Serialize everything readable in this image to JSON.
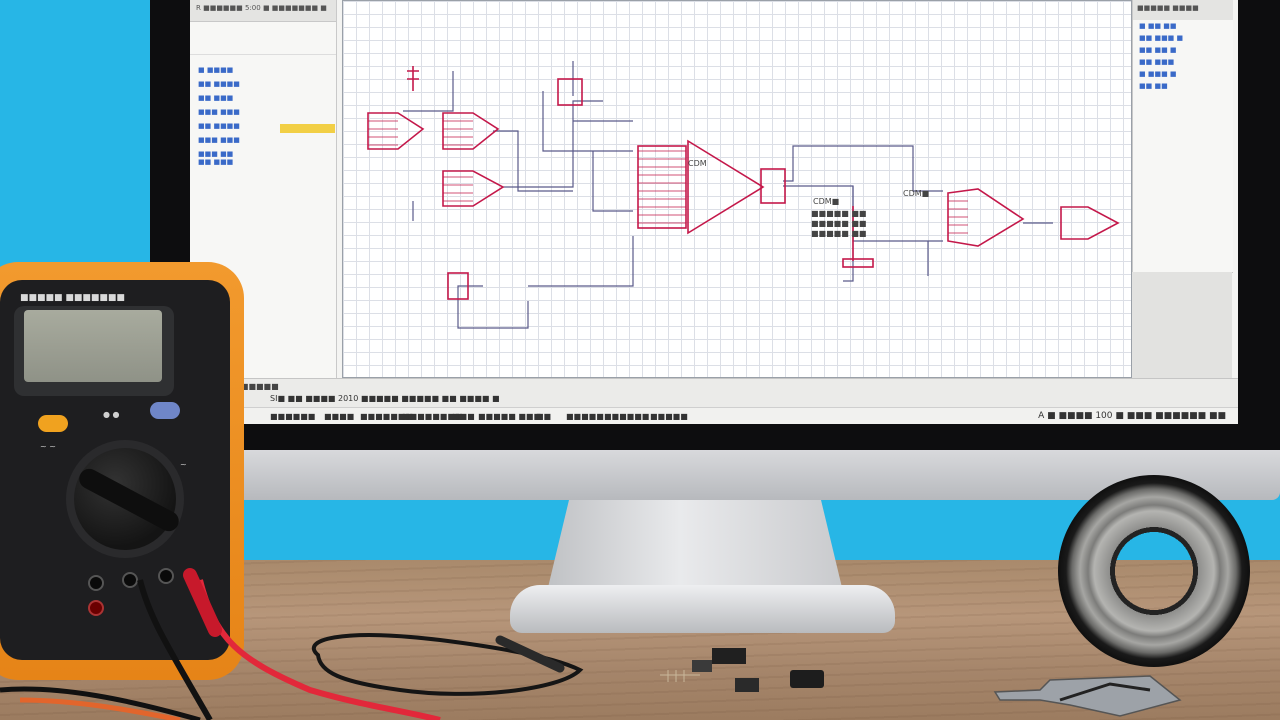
{
  "scene": {
    "colors": {
      "wall": "#27b6e6",
      "desk": "#b7967a",
      "schematic_symbols": "#c4184a",
      "schematic_wires": "#5a5a8a",
      "multimeter_case": "#f29a2e"
    }
  },
  "monitor": {
    "left_panel": {
      "header": "R ■■■■■■ 5:00  ■ ■■■■■■■ ■",
      "rows": [
        "■ ■■■■",
        "■■ ■■■■",
        "■■ ■■■",
        "■■■ ■■■",
        "■■ ■■■■",
        "■■■ ■■■",
        "■■■ ■■",
        "■■ ■■■"
      ]
    },
    "right_panel": {
      "header": "■■■■■ ■■■■",
      "rows": [
        "■ ■■ ■■",
        "■■ ■■■ ■",
        "■■ ■■ ■",
        "■■ ■■■",
        "■ ■■■ ■",
        "■■ ■■"
      ]
    },
    "status_bar": {
      "line1": "■■ ■■ ■■■■■■",
      "line2_left": "SI■ ■■ ■■■■ 2010 ■■■■■ ■■■■■ ■■ ■■■■ ■",
      "line2_items": [
        "■■■■■■",
        "■■■■",
        "■■■■■■■",
        "■■■■■■■■",
        "■■■",
        "■■■■■ ■■■",
        "■■",
        "■■■■■",
        "■■■■■■",
        "■■■■■"
      ],
      "right": "A ■ ■■■■ 100 ■ ■■■ ■■■■■■ ■■"
    },
    "schematic_labels": [
      "CDM■",
      "■■■■■ ■■",
      "■■■■■ ■■",
      "■■■■■ ■■",
      "CDM",
      "CDM■"
    ]
  },
  "multimeter": {
    "brand": "■■■■■ ■■■■■■■"
  }
}
